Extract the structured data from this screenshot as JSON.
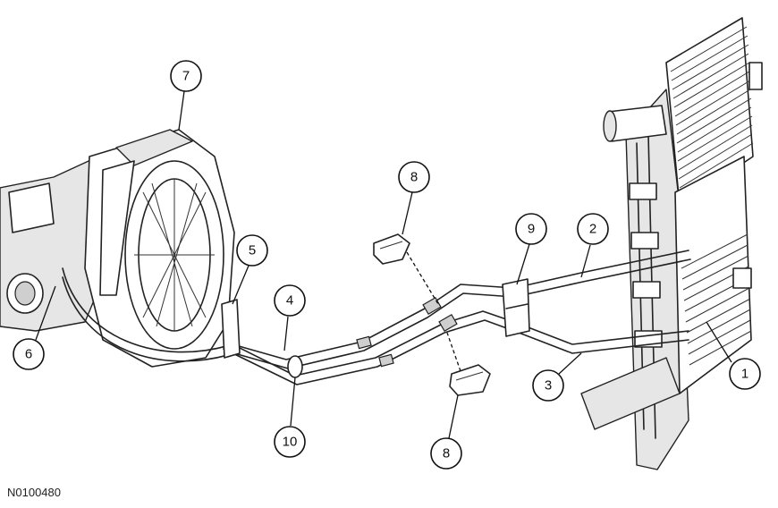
{
  "figure_id": "N0100480",
  "callouts": {
    "c1": "1",
    "c2": "2",
    "c3": "3",
    "c4": "4",
    "c5": "5",
    "c6": "6",
    "c7": "7",
    "c8a": "8",
    "c8b": "8",
    "c9": "9",
    "c10": "10"
  }
}
